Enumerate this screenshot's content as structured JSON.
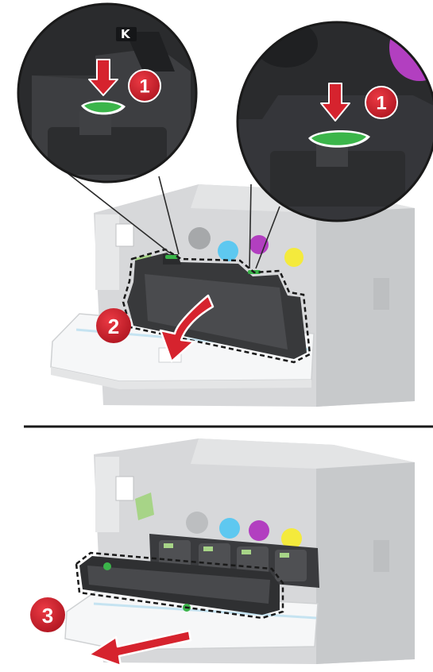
{
  "panel_top": {
    "toner_label": "K",
    "callout_left_step": "1",
    "callout_right_step": "1",
    "step_tilt": "2"
  },
  "panel_bottom": {
    "step_pull": "3"
  },
  "colors": {
    "badge_red": "#d6232e",
    "badge_red_dark": "#b01621",
    "latch_green": "#3bb54a",
    "cyan": "#5ec8f0",
    "magenta": "#b23fc0",
    "yellow": "#f4ea3c",
    "printer_gray": "#cfd1d3",
    "dark_gray": "#303133"
  },
  "icons": [
    "arrow-down-icon",
    "arrow-curve-icon",
    "arrow-pull-icon",
    "dashed-outline-icon"
  ]
}
